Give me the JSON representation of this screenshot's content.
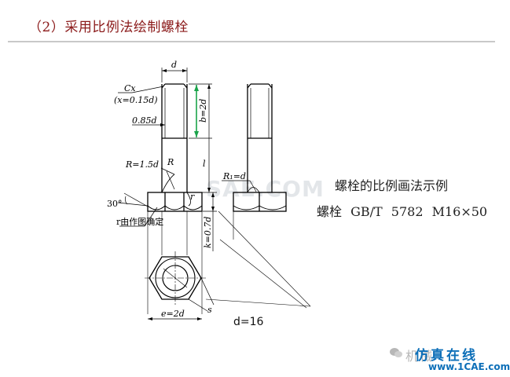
{
  "slide": {
    "title": "（2）采用比例法绘制螺栓"
  },
  "drawing": {
    "labels": {
      "d_top": "d",
      "cx": "Cx",
      "cx_note": "(x=0.15d)",
      "d085": "0.85d",
      "b2d": "b=2d",
      "R15": "R=1.5d",
      "R": "R",
      "r": "r",
      "l": "l",
      "R1": "R₁=d",
      "angle30": "30°",
      "r_note": "r由作图确定",
      "k07": "k=0.7d",
      "e2d": "e=2d",
      "s": "s"
    },
    "d16": "d=16",
    "watermark": "SAE.COM"
  },
  "caption": {
    "title": "螺栓的比例画法示例",
    "spec": "螺栓  GB/T  5782  M16×50"
  },
  "footer": {
    "brand_grey": "机械",
    "brand_blue": "仿真在线",
    "url": "www.1CAE.com"
  }
}
